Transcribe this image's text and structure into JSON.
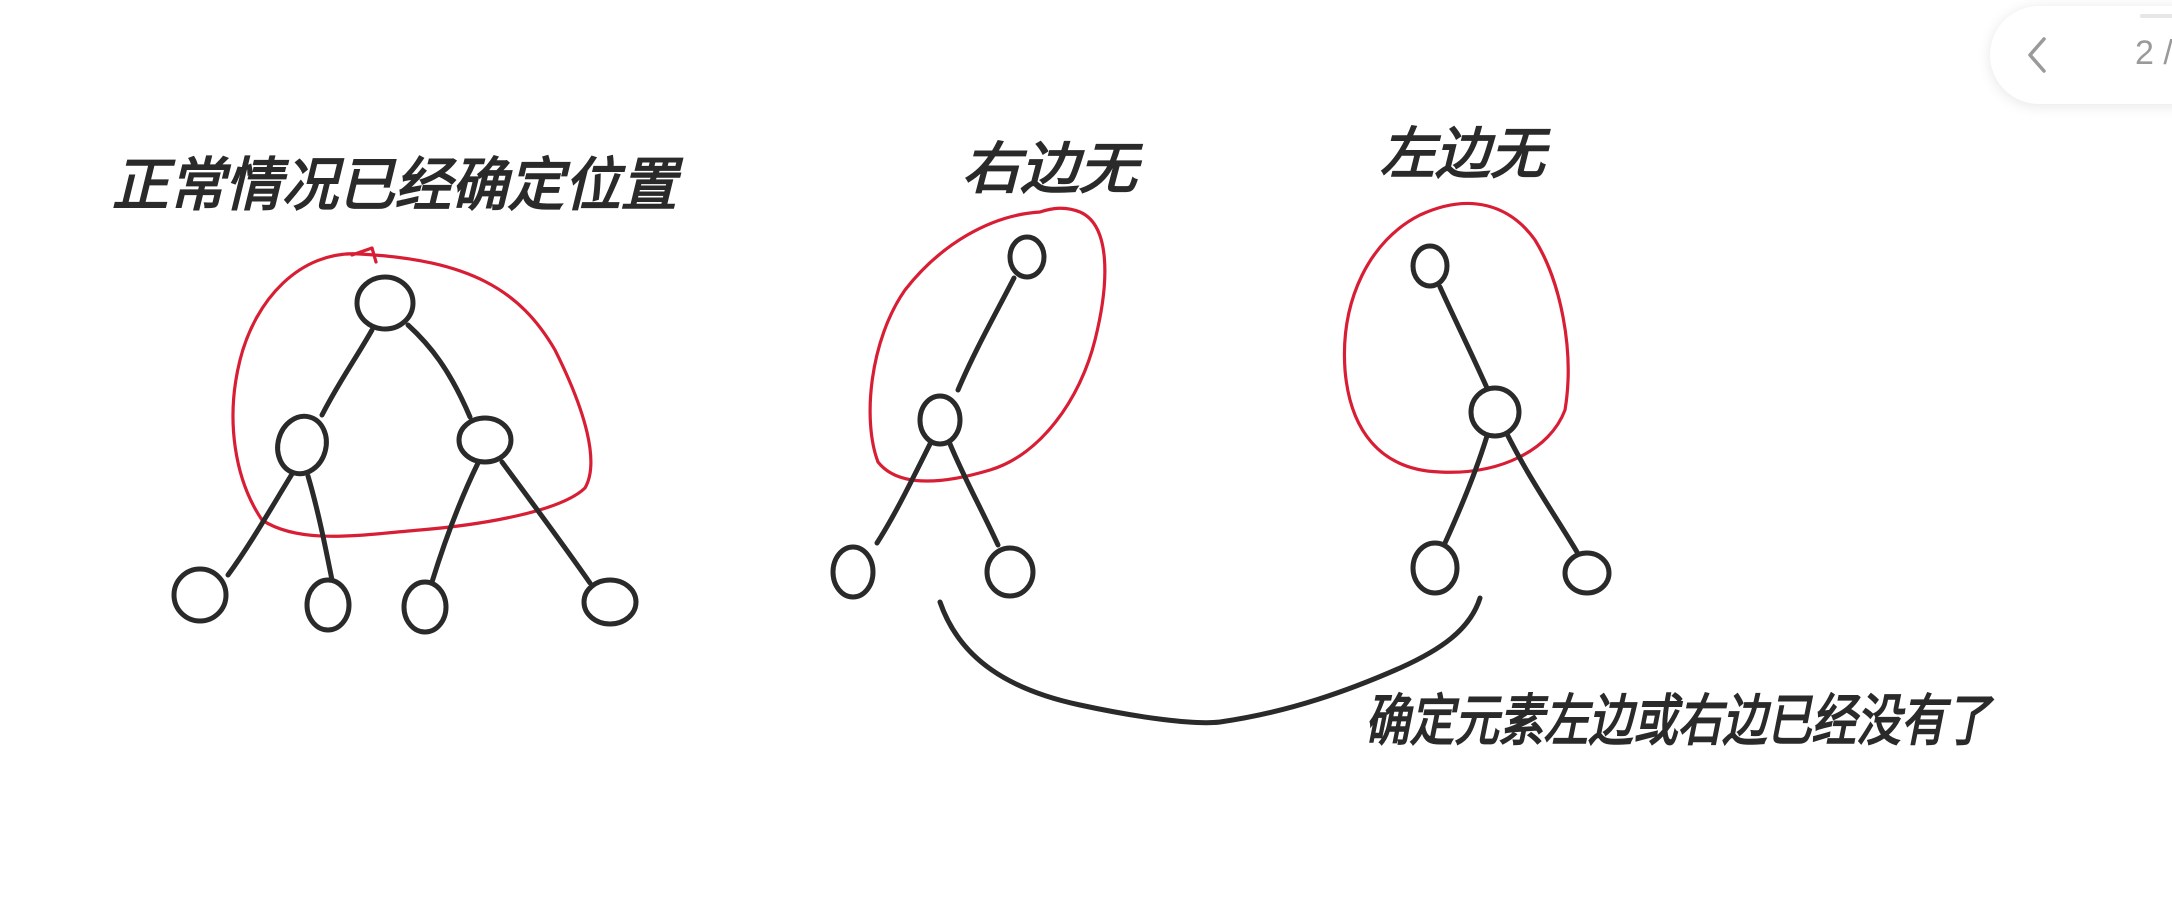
{
  "labels": {
    "normal": "正常情况已经确定位置",
    "right_empty": "右边无",
    "left_empty": "左边无",
    "bottom_note": "确定元素左边或右边已经没有了"
  },
  "pager": {
    "current": "2 /",
    "prev_icon": "chevron-left-icon"
  },
  "colors": {
    "ink": "#2a2a2a",
    "highlight": "#d81e34"
  }
}
